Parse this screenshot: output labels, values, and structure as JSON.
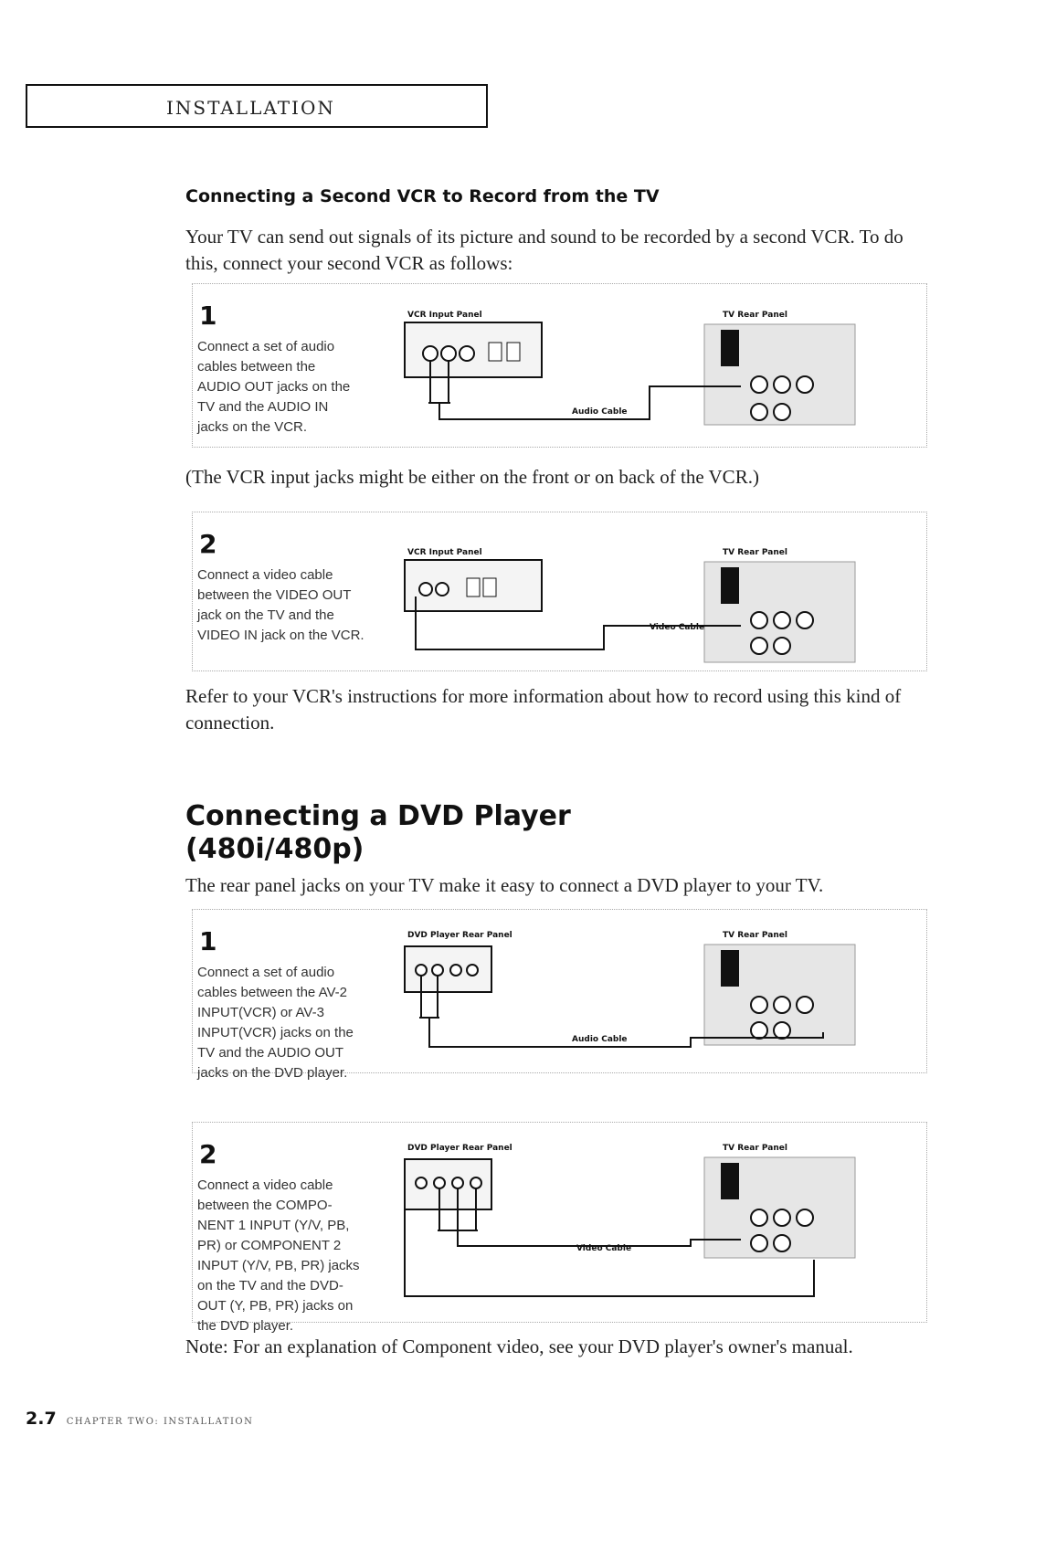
{
  "header": {
    "section_title": "INSTALLATION"
  },
  "vcr": {
    "heading": "Connecting a Second VCR to Record from the TV",
    "intro": "Your TV can send out signals of its picture and sound to be recorded by a second VCR. To do this, connect your second VCR as follows:",
    "step1": {
      "number": "1",
      "text": "Connect a set of audio\ncables between the\nAUDIO OUT jacks on the\nTV and the AUDIO IN\njacks on the VCR.",
      "left_label": "VCR Input Panel",
      "right_label": "TV Rear Panel",
      "cable_label": "Audio Cable"
    },
    "note1": "(The VCR input jacks might be either on the front or on back of the VCR.)",
    "step2": {
      "number": "2",
      "text": "Connect a video cable\nbetween the VIDEO OUT\njack on the TV and the\nVIDEO IN jack on the VCR.",
      "left_label": "VCR Input Panel",
      "right_label": "TV Rear Panel",
      "cable_label": "Video Cable"
    },
    "refer": "Refer to your VCR's instructions for more information about how to record using this kind of connection."
  },
  "dvd": {
    "heading_line1": "Connecting a DVD Player",
    "heading_line2": "(480i/480p)",
    "intro": "The rear panel jacks on your TV make it easy to connect a DVD player to your TV.",
    "step1": {
      "number": "1",
      "text": "Connect a set of audio\ncables between the AV-2\nINPUT(VCR) or AV-3\nINPUT(VCR) jacks on the\nTV and the AUDIO OUT\njacks on the DVD player.",
      "left_label": "DVD Player Rear Panel",
      "right_label": "TV Rear Panel",
      "cable_label": "Audio Cable"
    },
    "step2": {
      "number": "2",
      "text": "Connect a video cable\nbetween the COMPO-\nNENT 1 INPUT (Y/V, PB,\nPR) or COMPONENT 2\nINPUT (Y/V, PB, PR) jacks\non the TV and the DVD-\nOUT (Y, PB, PR) jacks on\nthe DVD player.",
      "left_label": "DVD Player Rear Panel",
      "right_label": "TV Rear Panel",
      "cable_label": "Video Cable"
    },
    "note": "Note: For an explanation of Component video, see your DVD player's owner's manual."
  },
  "footer": {
    "page_number": "2.7",
    "chapter": "CHAPTER TWO: INSTALLATION"
  }
}
